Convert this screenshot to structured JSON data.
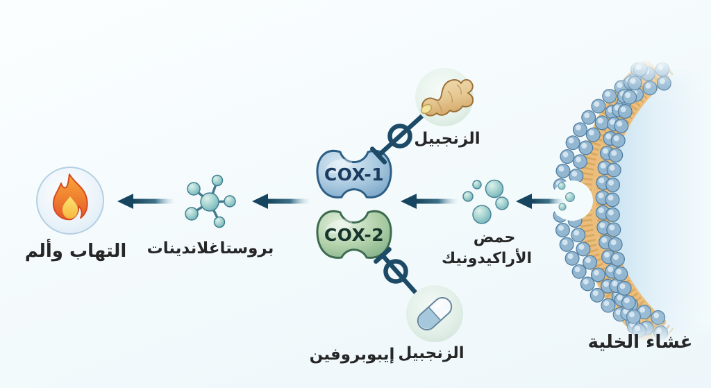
{
  "diagram": {
    "labels": {
      "cell_membrane": "غشاء الخلية",
      "arachidonic_line1": "حمض",
      "arachidonic_line2": "الأراكيدونيك",
      "cox1": "COX-1",
      "cox2": "COX-2",
      "ginger_top": "الزنجبيل",
      "ginger_bottom": "الزنجبيل",
      "ibuprofen": "إيبوبروفين",
      "prostaglandins": "بروستاغلاندينات",
      "inflammation_pain": "التهاب وألم"
    },
    "icons": {
      "ginger": "ginger-root-icon",
      "pill": "capsule-icon",
      "flame": "flame-icon",
      "molecule": "molecule-icon",
      "membrane": "lipid-bilayer",
      "inhibition": "no-symbol-with-bar"
    },
    "colors": {
      "arrow": "#16455f",
      "inhibitor": "#1d4a66",
      "label_text": "#262626",
      "cox1_text": "#1b3a5f",
      "cox2_text": "#17352c",
      "membrane_head": "#93b7d1",
      "membrane_tail": "#ecbe7c",
      "sphere_teal": "#8fc6c6"
    }
  }
}
